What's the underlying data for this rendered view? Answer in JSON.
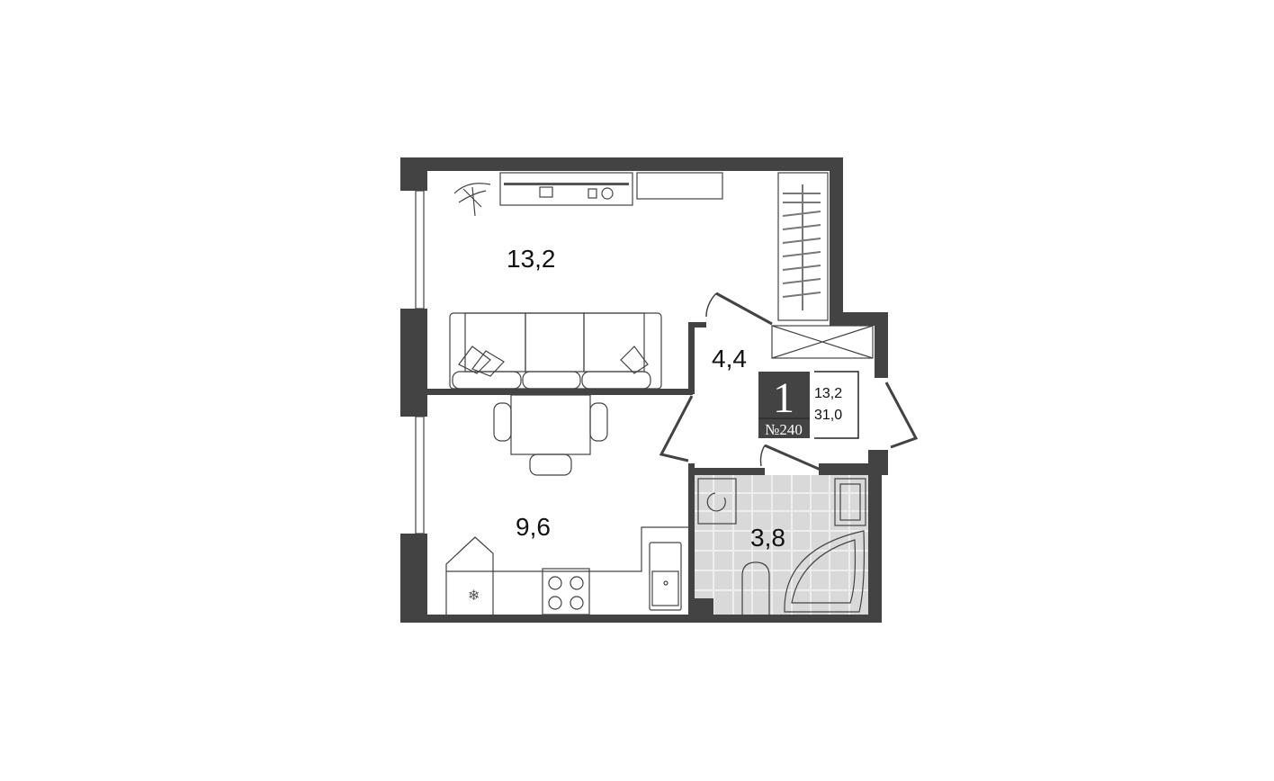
{
  "plan": {
    "rooms": [
      {
        "name": "living-room",
        "area": "13,2"
      },
      {
        "name": "hallway",
        "area": "4,4"
      },
      {
        "name": "kitchen",
        "area": "9,6"
      },
      {
        "name": "bathroom",
        "area": "3,8"
      }
    ],
    "badge": {
      "rooms_count": "1",
      "apartment_number": "№240",
      "living_area": "13,2",
      "total_area": "31,0"
    },
    "colors": {
      "wall": "#434343",
      "bathroom_floor": "#d9d9d9"
    }
  }
}
